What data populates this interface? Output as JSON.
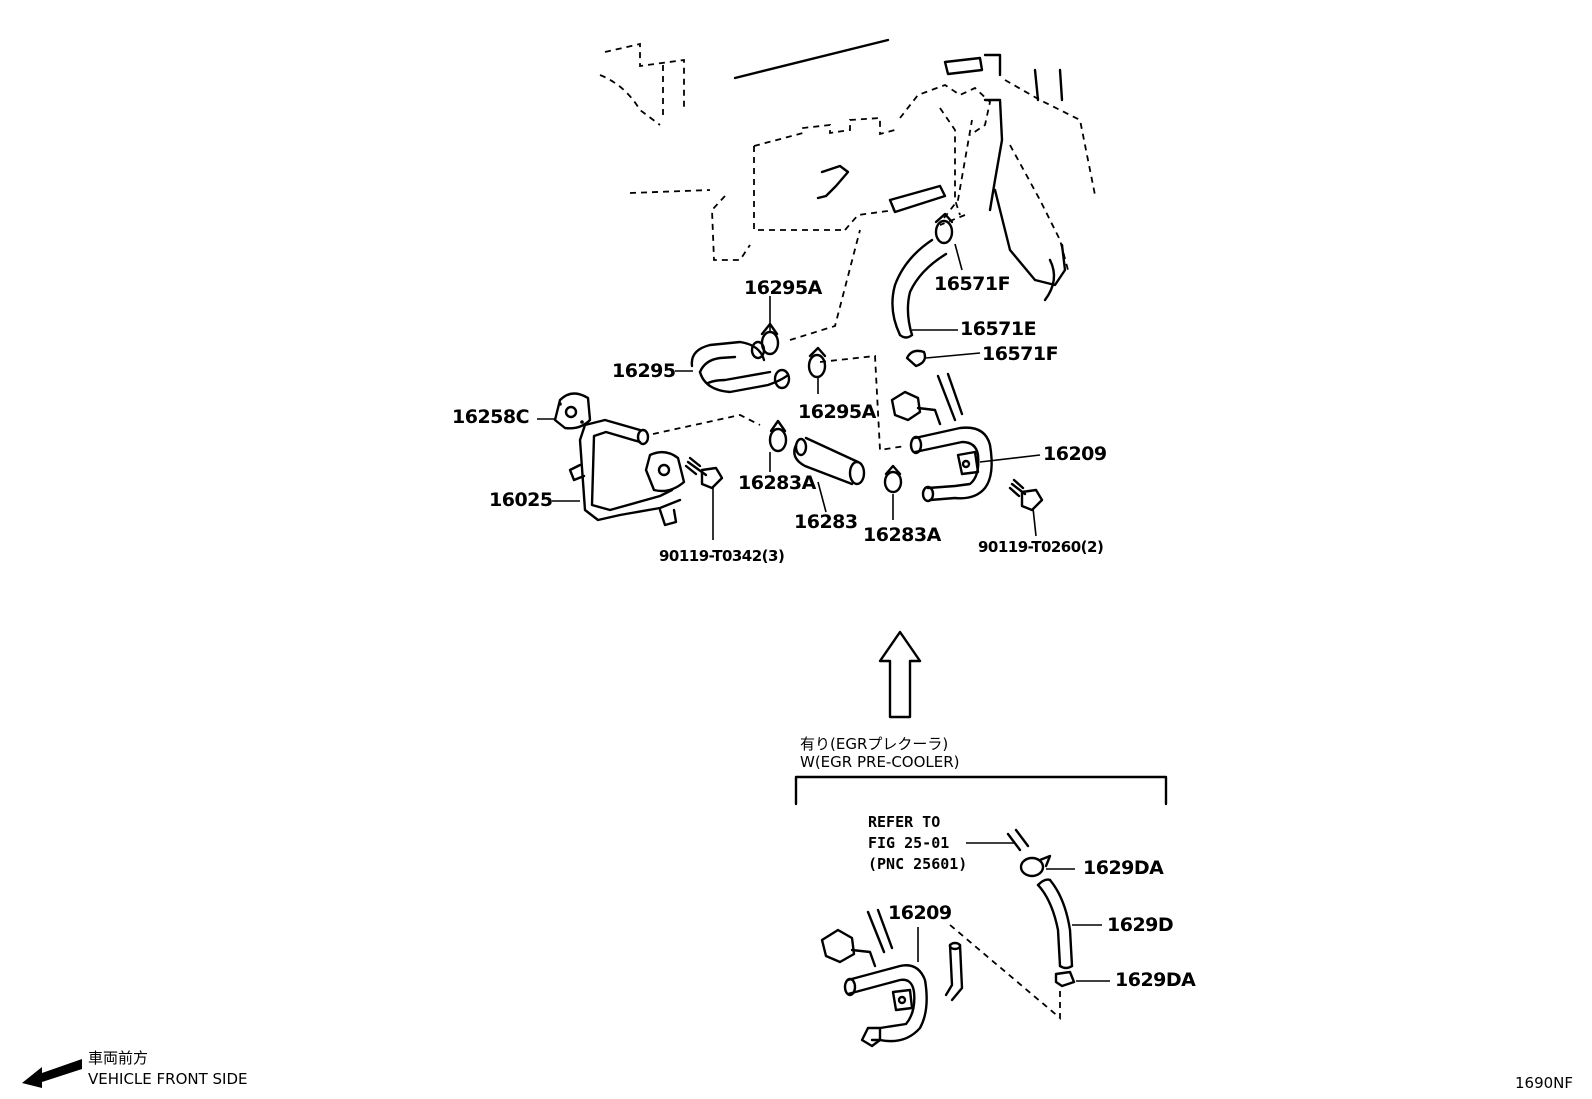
{
  "callouts": {
    "c16295A_top": "16295A",
    "c16571F_top": "16571F",
    "c16571E": "16571E",
    "c16571F_mid": "16571F",
    "c16295": "16295",
    "c16295A_mid": "16295A",
    "c16258C": "16258C",
    "c16209": "16209",
    "c16025": "16025",
    "c16283A_left": "16283A",
    "c16283": "16283",
    "c16283A_right": "16283A",
    "c90119_T0342": "90119-T0342(3)",
    "c90119_T0260": "90119-T0260(2)",
    "c16209_inset": "16209",
    "c1629DA_top": "1629DA",
    "c1629D": "1629D",
    "c1629DA_bottom": "1629DA"
  },
  "inset": {
    "title_jp": "有り(EGRプレクーラ)",
    "title_en": "W(EGR PRE-COOLER)",
    "refer_line1": "REFER TO",
    "refer_line2": "FIG 25-01",
    "refer_line3": "(PNC 25601)"
  },
  "footer": {
    "front_jp": "車両前方",
    "front_en": "VEHICLE FRONT SIDE",
    "figure_code": "1690NF"
  }
}
